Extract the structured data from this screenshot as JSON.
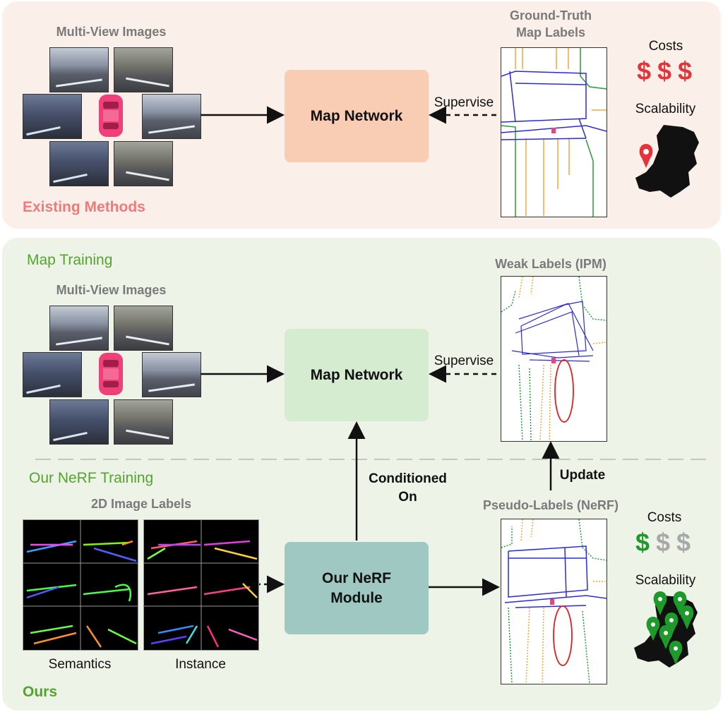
{
  "top": {
    "section_label": "Existing Methods",
    "multiview_label": "Multi-View Images",
    "network_label": "Map Network",
    "supervise_label": "Supervise",
    "gt_label_line1": "Ground-Truth",
    "gt_label_line2": "Map Labels",
    "costs_label": "Costs",
    "costs_symbols": [
      "$",
      "$",
      "$"
    ],
    "scalability_label": "Scalability"
  },
  "bottom": {
    "section_label": "Ours",
    "map_training_label": "Map Training",
    "multiview_label": "Multi-View Images",
    "network_label": "Map Network",
    "supervise_label": "Supervise",
    "weak_labels_label": "Weak Labels (IPM)",
    "nerf_training_label": "Our NeRF Training",
    "image_labels_label": "2D Image Labels",
    "semantics_label": "Semantics",
    "instance_label": "Instance",
    "nerf_line1": "Our NeRF",
    "nerf_line2": "Module",
    "conditioned_line1": "Conditioned",
    "conditioned_line2": "On",
    "update_label": "Update",
    "pseudo_labels_label": "Pseudo-Labels (NeRF)",
    "costs_label": "Costs",
    "costs_symbols": [
      "$",
      "$",
      "$"
    ],
    "scalability_label": "Scalability"
  },
  "colors": {
    "top_panel": "#fbefe9",
    "bottom_panel": "#eef3e8",
    "existing_methods": "#f07a7a",
    "ours_green": "#52a52c",
    "cost_red": "#e8323a",
    "cost_green": "#1d9a2a",
    "cost_gray": "#a8a8a8",
    "car": "#f0407a",
    "lane_blue": "#2b2bd8",
    "lane_orange": "#f2a93b",
    "lane_green": "#2a9a3a",
    "circle_red": "#e02020"
  }
}
